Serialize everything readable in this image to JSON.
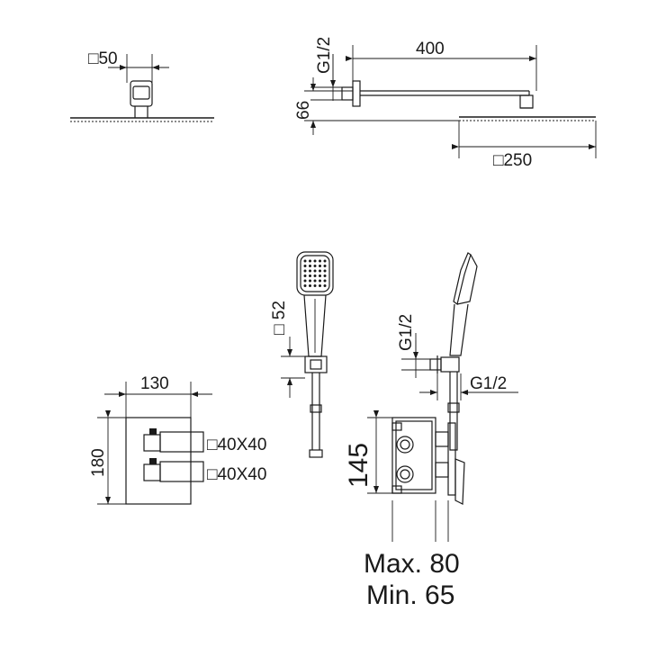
{
  "dimensions": {
    "overhead_arm_square": "□50",
    "arm_inlet_thread": "G1/2",
    "arm_length": "400",
    "arm_height": "66",
    "shower_head_square": "□250",
    "hand_shower_width": "□ 52",
    "holder_inlet_thread": "G1/2",
    "holder_outlet_thread": "G1/2",
    "plate_width": "130",
    "plate_height": "180",
    "handle_upper": "□40X40",
    "handle_lower": "□40X40",
    "box_height": "145",
    "depth_max": "Max. 80",
    "depth_min": "Min. 65"
  }
}
